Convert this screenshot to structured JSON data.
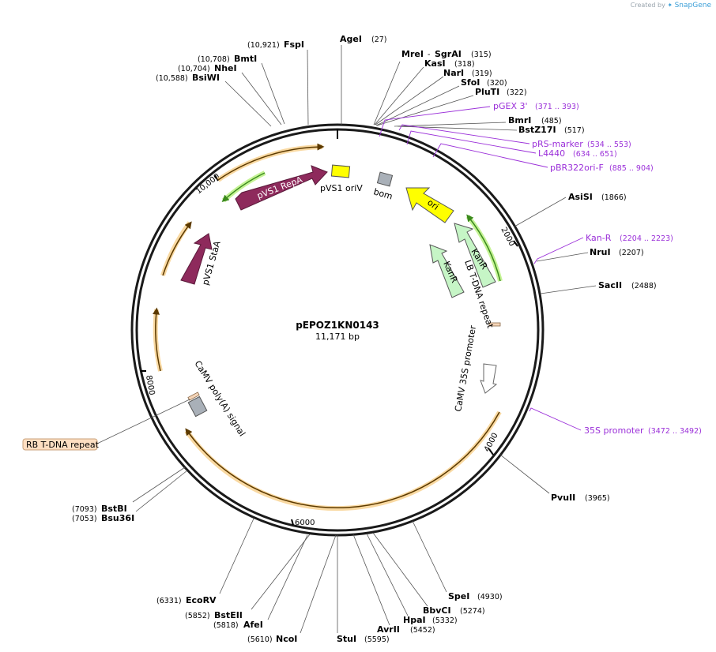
{
  "credit": {
    "prefix": "Created by",
    "brand": "SnapGene"
  },
  "plasmid": {
    "name": "pEPOZ1KN0143",
    "size_label": "11,171 bp",
    "length_bp": 11171
  },
  "tick_labels": [
    {
      "bp": 2000,
      "text": "2000"
    },
    {
      "bp": 4000,
      "text": "4000"
    },
    {
      "bp": 6000,
      "text": "6000"
    },
    {
      "bp": 8000,
      "text": "8000"
    },
    {
      "bp": 10000,
      "text": "10,000"
    }
  ],
  "sites": [
    {
      "name": "FspI",
      "pos": "(10,921)",
      "bp": 10921
    },
    {
      "name": "BmtI",
      "pos": "(10,708)",
      "bp": 10708
    },
    {
      "name": "NheI",
      "pos": "(10,704)",
      "bp": 10704
    },
    {
      "name": "BsiWI",
      "pos": "(10,588)",
      "bp": 10588
    },
    {
      "name": "AgeI",
      "pos": "(27)",
      "bp": 27
    },
    {
      "name": "MreI",
      "name2": "SgrAI",
      "pos": "(315)",
      "bp": 315
    },
    {
      "name": "KasI",
      "pos": "(318)",
      "bp": 318
    },
    {
      "name": "NarI",
      "pos": "(319)",
      "bp": 319
    },
    {
      "name": "SfoI",
      "pos": "(320)",
      "bp": 320
    },
    {
      "name": "PluTI",
      "pos": "(322)",
      "bp": 322
    },
    {
      "name": "BmrI",
      "pos": "(485)",
      "bp": 485
    },
    {
      "name": "BstZ17I",
      "pos": "(517)",
      "bp": 517
    },
    {
      "name": "AsiSI",
      "pos": "(1866)",
      "bp": 1866
    },
    {
      "name": "NruI",
      "pos": "(2207)",
      "bp": 2207
    },
    {
      "name": "SacII",
      "pos": "(2488)",
      "bp": 2488
    },
    {
      "name": "PvuII",
      "pos": "(3965)",
      "bp": 3965
    },
    {
      "name": "SpeI",
      "pos": "(4930)",
      "bp": 4930
    },
    {
      "name": "BbvCI",
      "pos": "(5274)",
      "bp": 5274
    },
    {
      "name": "HpaI",
      "pos": "(5332)",
      "bp": 5332
    },
    {
      "name": "AvrII",
      "pos": "(5452)",
      "bp": 5452
    },
    {
      "name": "StuI",
      "pos": "(5595)",
      "bp": 5595
    },
    {
      "name": "NcoI",
      "pos": "(5610)",
      "bp": 5610
    },
    {
      "name": "AfeI",
      "pos": "(5818)",
      "bp": 5818
    },
    {
      "name": "BstEII",
      "pos": "(5852)",
      "bp": 5852
    },
    {
      "name": "EcoRV",
      "pos": "(6331)",
      "bp": 6331
    },
    {
      "name": "BstBI",
      "pos": "(7093)",
      "bp": 7093
    },
    {
      "name": "Bsu36I",
      "pos": "(7053)",
      "bp": 7053
    }
  ],
  "primers": [
    {
      "name": "pGEX 3'",
      "pos": "(371 .. 393)"
    },
    {
      "name": "pRS-marker",
      "pos": "(534 .. 553)"
    },
    {
      "name": "L4440",
      "pos": "(634 .. 651)"
    },
    {
      "name": "pBR322ori-F",
      "pos": "(885 .. 904)"
    },
    {
      "name": "Kan-R",
      "pos": "(2204 .. 2223)"
    },
    {
      "name": "35S promoter",
      "pos": "(3472 .. 3492)"
    }
  ],
  "features": [
    {
      "label": "pVS1 RepA",
      "color": "#8e2a5c"
    },
    {
      "label": "pVS1 StaA",
      "color": "#8e2a5c"
    },
    {
      "label": "pVS1 oriV",
      "color": "#ffff00"
    },
    {
      "label": "bom",
      "color": "#a9b0b8"
    },
    {
      "label": "ori",
      "color": "#ffff00"
    },
    {
      "label": "KanR",
      "color": "#c6f5c6"
    },
    {
      "label": "KanR",
      "color": "#c6f5c6"
    },
    {
      "label": "LB T-DNA repeat",
      "color": "#f5d5b8"
    },
    {
      "label": "CaMV 35S promoter",
      "color": "#ffffff"
    },
    {
      "label": "CaMV poly(A) signal",
      "color": "#a9b0b8"
    }
  ],
  "callout": {
    "label": "RB T-DNA repeat",
    "color": "#fddfc2"
  },
  "colors": {
    "site": "#000000",
    "primer": "#9b30d9",
    "orf": "#e8a33a",
    "orf_inner": "#5c3a00",
    "green_orf": "#3c8a1e",
    "green_glow": "#bff28a"
  }
}
